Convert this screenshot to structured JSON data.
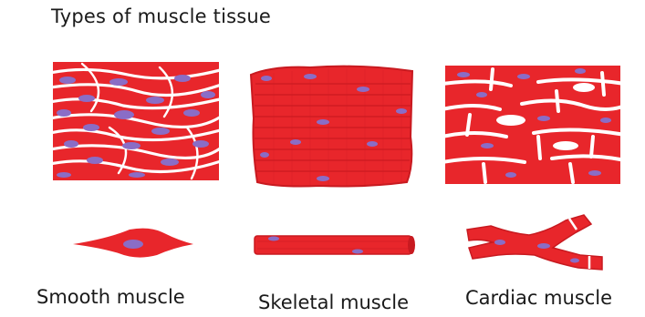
{
  "figure": {
    "title": "Types of muscle tissue",
    "tissues": [
      {
        "label": "Smooth muscle"
      },
      {
        "label": "Skeletal muscle"
      },
      {
        "label": "Cardiac muscle"
      }
    ],
    "colors": {
      "tissue_red": "#e8262b",
      "tissue_red_dark": "#c81a20",
      "nucleus_purple": "#8a6dc6",
      "gap_white": "#ffffff"
    }
  }
}
